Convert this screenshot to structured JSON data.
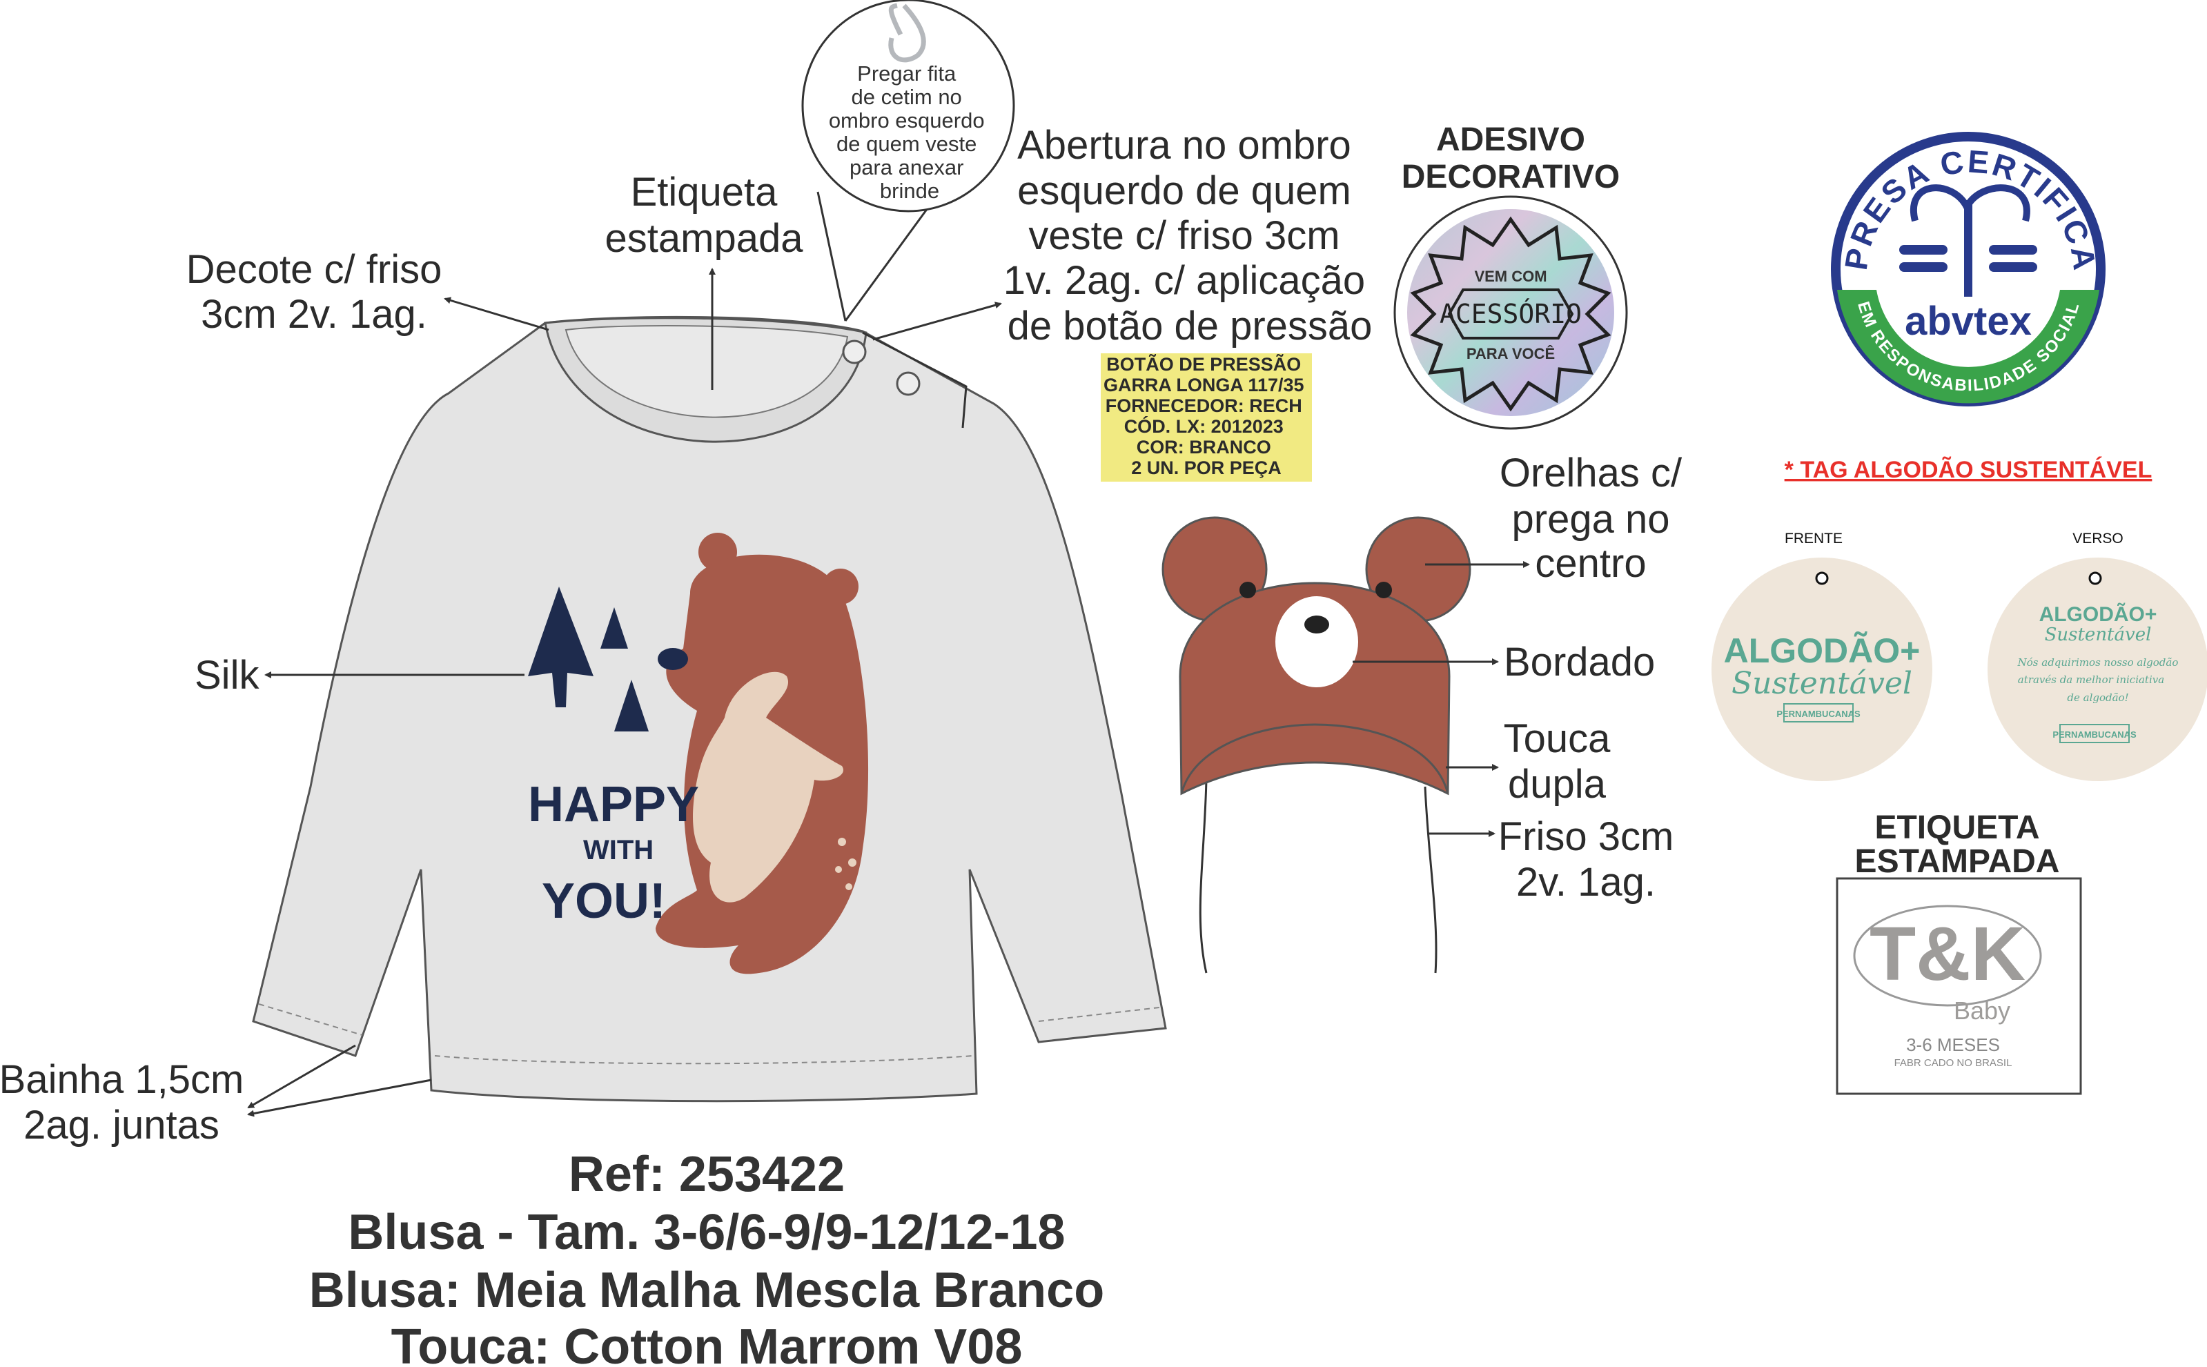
{
  "annotations": {
    "decote": [
      "Decote c/ friso",
      "3cm 2v. 1ag."
    ],
    "etiqueta": [
      "Etiqueta",
      "estampada"
    ],
    "bubble": [
      "Pregar fita",
      "de cetim no",
      "ombro esquerdo",
      "de quem veste",
      "para anexar",
      "brinde"
    ],
    "abertura": [
      "Abertura no ombro",
      "esquerdo de quem",
      "veste c/ friso 3cm",
      "1v. 2ag. c/ aplicação",
      "de botão de pressão"
    ],
    "silk": "Silk",
    "bainha": [
      "Bainha 1,5cm",
      "2ag. juntas"
    ],
    "orelhas": [
      "Orelhas c/",
      "prega no",
      "centro"
    ],
    "bordado": "Bordado",
    "touca": [
      "Touca",
      "dupla"
    ],
    "friso": [
      "Friso 3cm",
      "2v. 1ag."
    ]
  },
  "button_spec": [
    "BOTÃO DE PRESSÃO",
    "GARRA LONGA 117/35",
    "FORNECEDOR: RECH",
    "CÓD. LX: 2012023",
    "COR: BRANCO",
    "2 UN. POR PEÇA"
  ],
  "adesivo": {
    "title": [
      "ADESIVO",
      "DECORATIVO"
    ],
    "top": "VEM COM",
    "main": "ACESSÓRIO",
    "bottom": "PARA VOCÊ"
  },
  "certification": {
    "top": "EMPRESA CERTIFICADA",
    "brand": "abvtex",
    "bottom": "EM RESPONSABILIDADE SOCIAL"
  },
  "tag": {
    "title": "* TAG ALGODÃO SUSTENTÁVEL",
    "front_label": "FRENTE",
    "back_label": "VERSO",
    "headline": "ALGODÃO+",
    "subline": "Sustentável",
    "message": [
      "Nós adquirimos nosso algodão",
      "através da melhor iniciativa",
      "de algodão!"
    ],
    "brand": "PERNAMBUCANAS"
  },
  "label": {
    "title": [
      "ETIQUETA",
      "ESTAMPADA"
    ],
    "logo": "T&K",
    "sub": "Baby",
    "size": "3-6 MESES",
    "origin": "FABR CADO NO BRASIL"
  },
  "print": {
    "line1": "HAPPY",
    "line2": "WITH",
    "line3": "YOU!"
  },
  "product": {
    "ref": "Ref: 253422",
    "sizes": "Blusa - Tam. 3-6/6-9/9-12/12-18",
    "fabric": "Blusa: Meia Malha Mescla Branco",
    "hat": "Touca: Cotton Marrom V08"
  },
  "colors": {
    "shirt": "#e4e4e4",
    "bear": "#a65a4a",
    "navy": "#1e2b4d",
    "teal": "#5aa792",
    "tag_bg": "#efe6da",
    "spec_bg": "#f1ea82",
    "red": "#e8302a",
    "cert_navy": "#283a8c",
    "cert_green": "#3aa34a"
  }
}
